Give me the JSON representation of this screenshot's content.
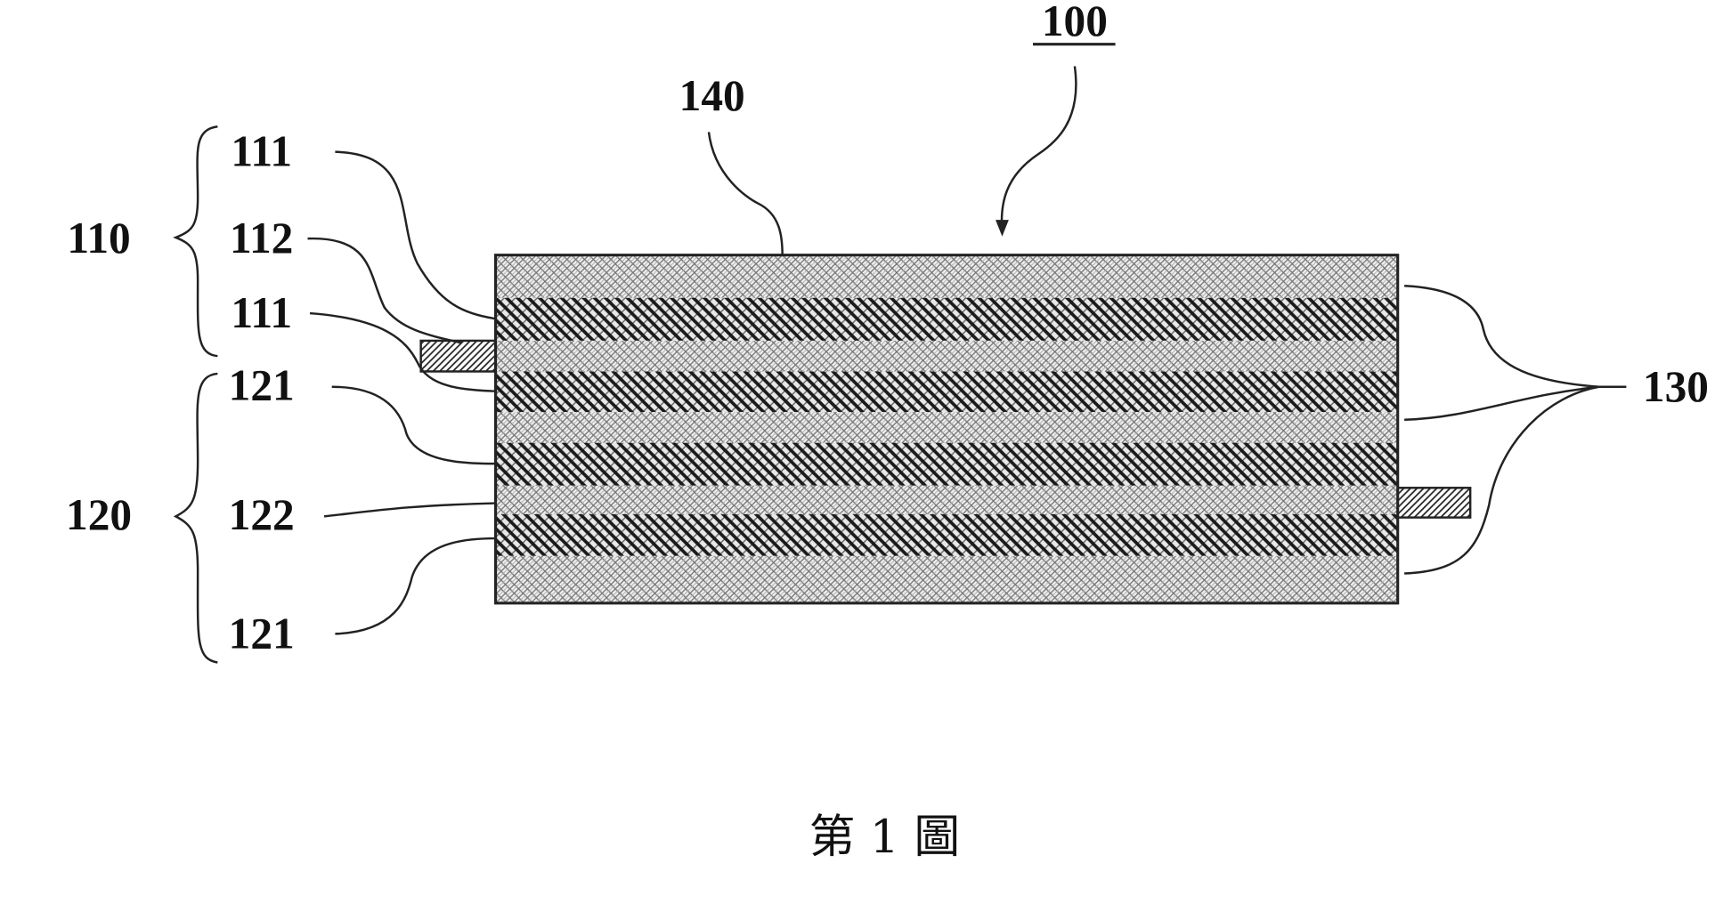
{
  "figure": {
    "caption": "第 1 圖",
    "assembly_label": "100",
    "labels": {
      "group_110": "110",
      "group_120": "120",
      "layer_111_top": "111",
      "layer_112": "112",
      "layer_111_bottom": "111",
      "layer_121_top": "121",
      "layer_122": "122",
      "layer_121_bottom": "121",
      "separator_130": "130",
      "casing_140": "140"
    }
  }
}
